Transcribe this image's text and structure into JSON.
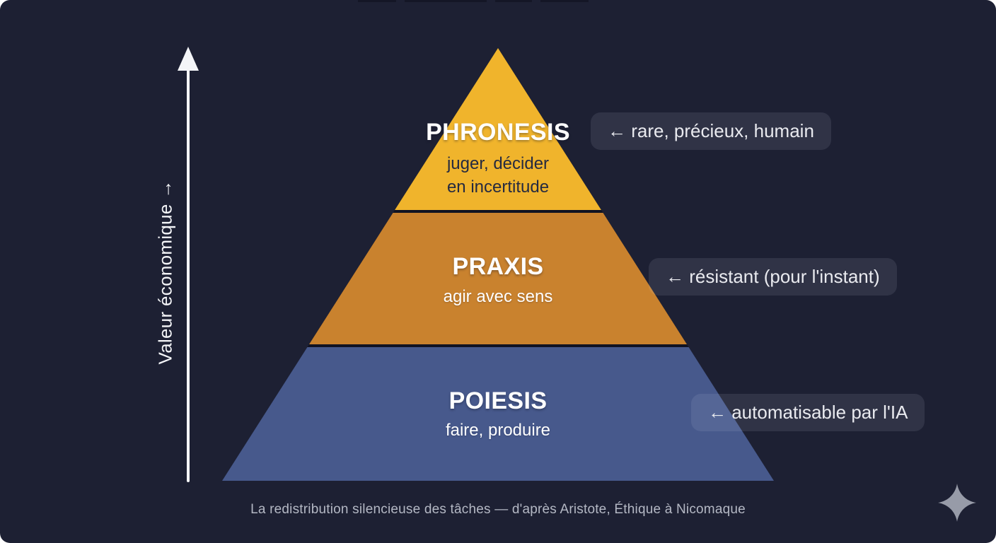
{
  "meta": {
    "background_color": "#1d2033",
    "outer_corner_color": "#ffffff"
  },
  "axis": {
    "label": "Valeur économique →",
    "color": "#f4f5f8"
  },
  "pyramid": {
    "separator_color": "#101322",
    "levels": [
      {
        "id": "phronesis",
        "name": "PHRONESIS",
        "subtitle": "juger, décider\nen incertitude",
        "color": "#f0b42c",
        "annotation": "← rare, précieux, humain"
      },
      {
        "id": "praxis",
        "name": "PRAXIS",
        "subtitle": "agir avec sens",
        "color": "#c9822e",
        "annotation": "← résistant (pour l'instant)"
      },
      {
        "id": "poiesis",
        "name": "POIESIS",
        "subtitle": "faire, produire",
        "color": "#47598c",
        "annotation": "← automatisable par l'IA"
      }
    ]
  },
  "annotation_style": {
    "pill_background": "rgba(219,226,244,0.10)",
    "text_color": "#e9eaef"
  },
  "caption": {
    "text": "La redistribution silencieuse des tâches — d'après Aristote, Éthique à Nicomaque",
    "color": "#b4b8c4"
  },
  "icons": {
    "sparkle": {
      "name": "four-pointed-sparkle",
      "color": "#979ba8"
    }
  }
}
